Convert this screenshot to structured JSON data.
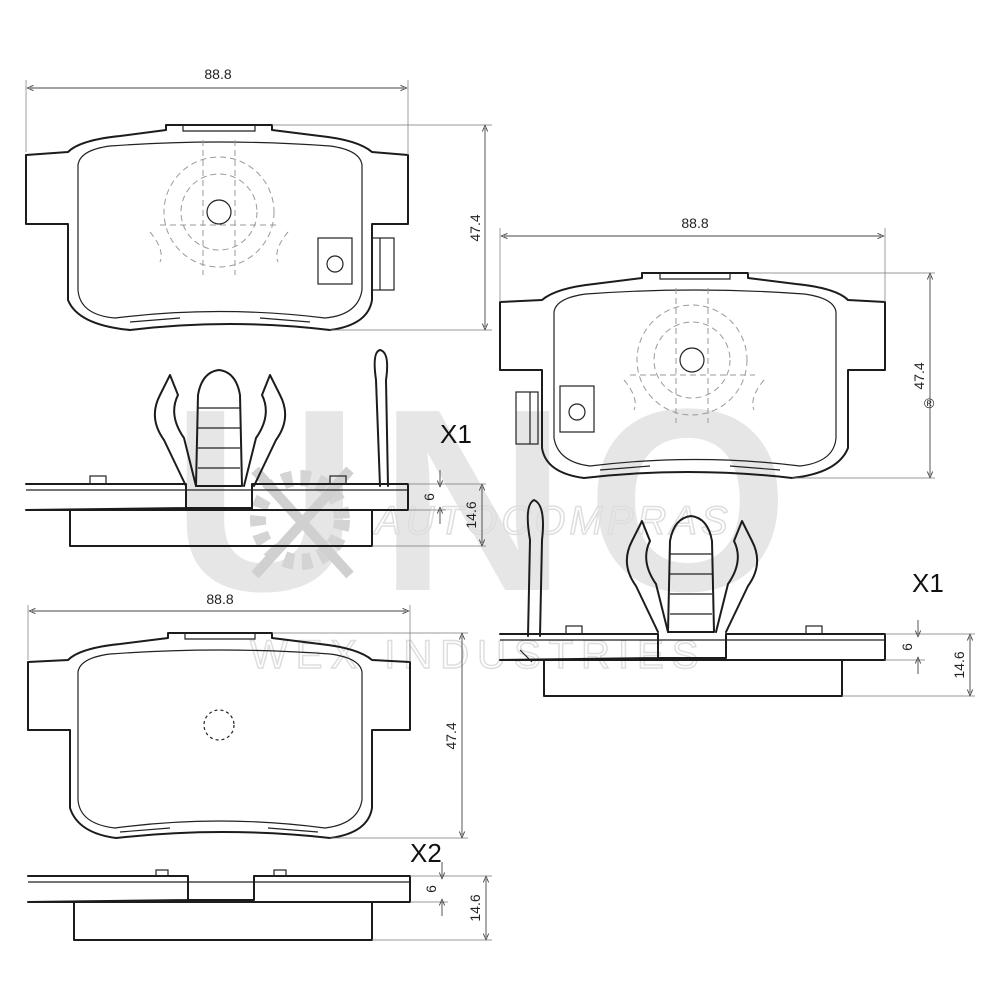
{
  "watermark": {
    "brand": "UNO",
    "registered_mark": "®",
    "line1": "AUTOCOMPRAS",
    "line2": "WEX INDUSTRIES"
  },
  "dimensions": {
    "width": "88.8",
    "height": "47.4",
    "backing_plate": "6",
    "total_thickness": "14.6"
  },
  "pads": [
    {
      "id": "pad-1",
      "quantity": "X1",
      "has_sensor": true
    },
    {
      "id": "pad-2",
      "quantity": "X1",
      "has_sensor": true
    },
    {
      "id": "pad-3",
      "quantity": "X2",
      "has_sensor": false
    }
  ]
}
